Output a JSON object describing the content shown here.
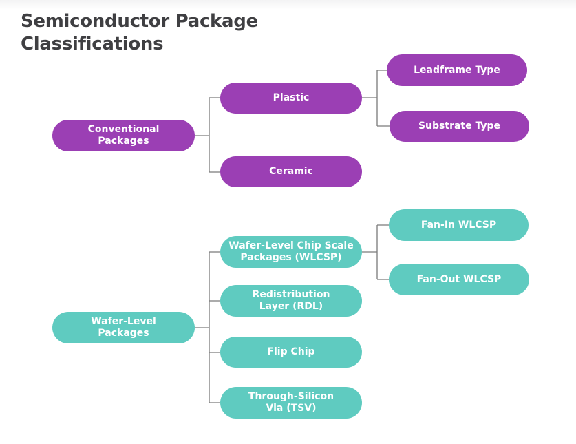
{
  "title": "Semiconductor Package\nClassifications",
  "colors": {
    "conventional": "#9b3fb4",
    "wafer_level": "#5fcbc0",
    "connector": "#7a7a7a"
  },
  "tree": {
    "conventional": {
      "label": "Conventional\nPackages",
      "plastic": {
        "label": "Plastic",
        "leadframe": "Leadframe Type",
        "substrate": "Substrate Type"
      },
      "ceramic": "Ceramic"
    },
    "wafer_level": {
      "label": "Wafer-Level\nPackages",
      "wlcsp": {
        "label": "Wafer-Level Chip Scale\nPackages (WLCSP)",
        "fan_in": "Fan-In WLCSP",
        "fan_out": "Fan-Out WLCSP"
      },
      "rdl": "Redistribution\nLayer (RDL)",
      "flip_chip": "Flip Chip",
      "tsv": "Through-Silicon\nVia (TSV)"
    }
  }
}
